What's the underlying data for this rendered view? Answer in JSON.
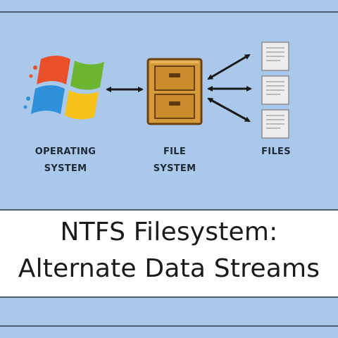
{
  "diagram": {
    "nodes": [
      {
        "label_line1": "OPERATING",
        "label_line2": "SYSTEM",
        "icon": "windows-logo-icon"
      },
      {
        "label_line1": "FILE",
        "label_line2": "SYSTEM",
        "icon": "file-cabinet-icon"
      },
      {
        "label_line1": "FILES",
        "label_line2": "",
        "icon": "document-stack-icon"
      }
    ],
    "arrows": [
      "bidirectional-arrow-os-fs",
      "bidirectional-arrow-fs-file-top",
      "bidirectional-arrow-fs-file-middle",
      "bidirectional-arrow-fs-file-bottom"
    ]
  },
  "banner": {
    "title_line1": "NTFS Filesystem:",
    "title_line2": "Alternate Data Streams"
  },
  "colors": {
    "background": "#a9c8ea",
    "banner": "#ffffff",
    "text": "#1a1a1a",
    "rule": "#4d5d6e",
    "cabinet": "#d49a3c"
  }
}
